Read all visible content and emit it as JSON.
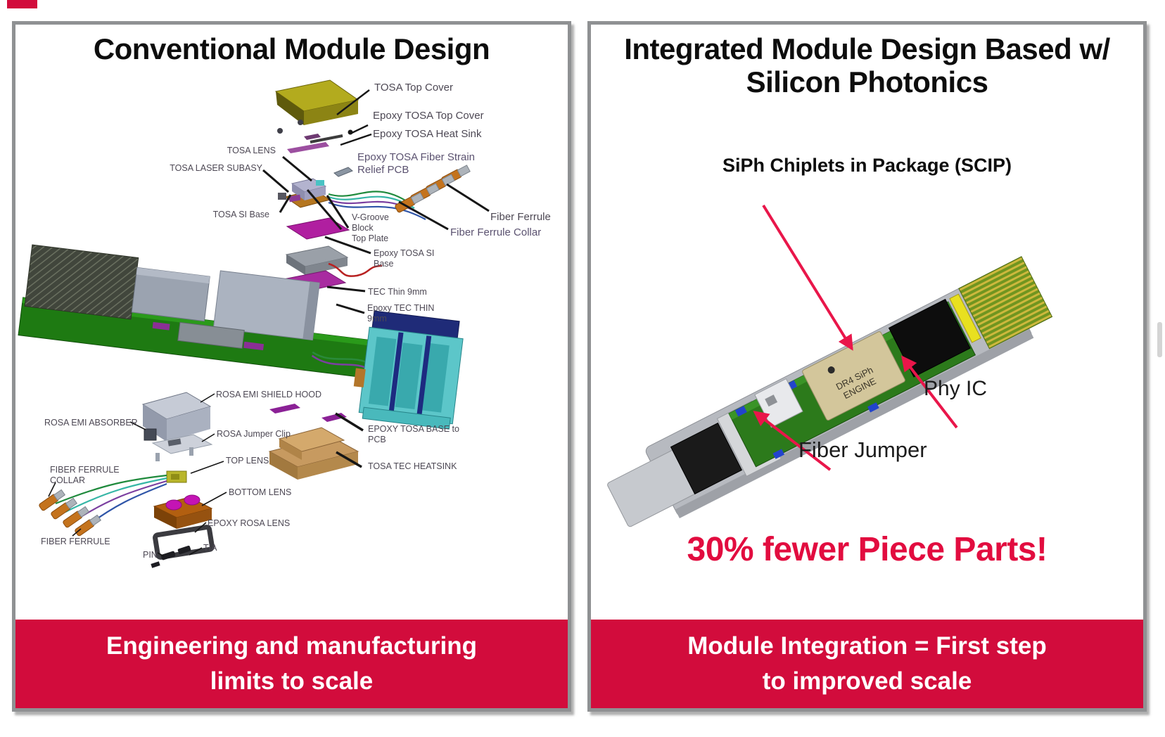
{
  "colors": {
    "banner_red": "#d20c3c",
    "highlight_red": "#e20c3f",
    "arrow_red": "#e9164a",
    "panel_border_gray": "#8f9193",
    "pcb_green": "#2c7a1b"
  },
  "left_panel": {
    "title": "Conventional Module Design",
    "banner": "Engineering and manufacturing\nlimits to scale",
    "labels": {
      "tosa_top_cover": "TOSA Top Cover",
      "epoxy_tosa_top_cover": "Epoxy TOSA Top Cover",
      "epoxy_tosa_heat_sink": "Epoxy TOSA Heat Sink",
      "tosa_lens": "TOSA LENS",
      "tosa_laser_subasy": "TOSA LASER SUBASY",
      "epoxy_tosa_fiber_strain": "Epoxy TOSA Fiber Strain\nRelief PCB",
      "tosa_si_base": "TOSA SI Base",
      "v_groove": "V-Groove\nBlock\nTop Plate",
      "fiber_ferrule_top": "Fiber Ferrule",
      "fiber_ferrule_collar_top": "Fiber Ferrule Collar",
      "epoxy_tosa_si_base": "Epoxy TOSA SI\nBase",
      "tec_thin": "TEC Thin 9mm",
      "epoxy_tec_thin": "Epoxy TEC THIN\n9mm",
      "rosa_emi_shield_hood": "ROSA EMI SHIELD HOOD",
      "rosa_emi_absorber": "ROSA EMI ABSORBER",
      "rosa_jumper_clip": "ROSA Jumper Clip",
      "top_lens": "TOP LENS",
      "fiber_ferrule_collar_bottom": "FIBER FERRULE\nCOLLAR",
      "bottom_lens": "BOTTOM LENS",
      "epoxy_rosa_lens": "EPOXY ROSA LENS",
      "fiber_ferrule_bottom": "FIBER FERRULE",
      "pin": "PIN",
      "tia": "TIA",
      "epoxy_tosa_base_to_pcb": "EPOXY  TOSA BASE to\nPCB",
      "tosa_tec_heatsink": "TOSA TEC  HEATSINK"
    }
  },
  "right_panel": {
    "title": "Integrated Module Design Based w/\nSilicon Photonics",
    "scip_label": "SiPh Chiplets in Package (SCIP)",
    "phy_ic": "Phy IC",
    "fiber_jumper": "Fiber Jumper",
    "chip_line1": "DR4 SiPh",
    "chip_line2": "ENGINE",
    "highlight": "30% fewer Piece Parts!",
    "banner": "Module Integration = First step\nto improved scale"
  }
}
